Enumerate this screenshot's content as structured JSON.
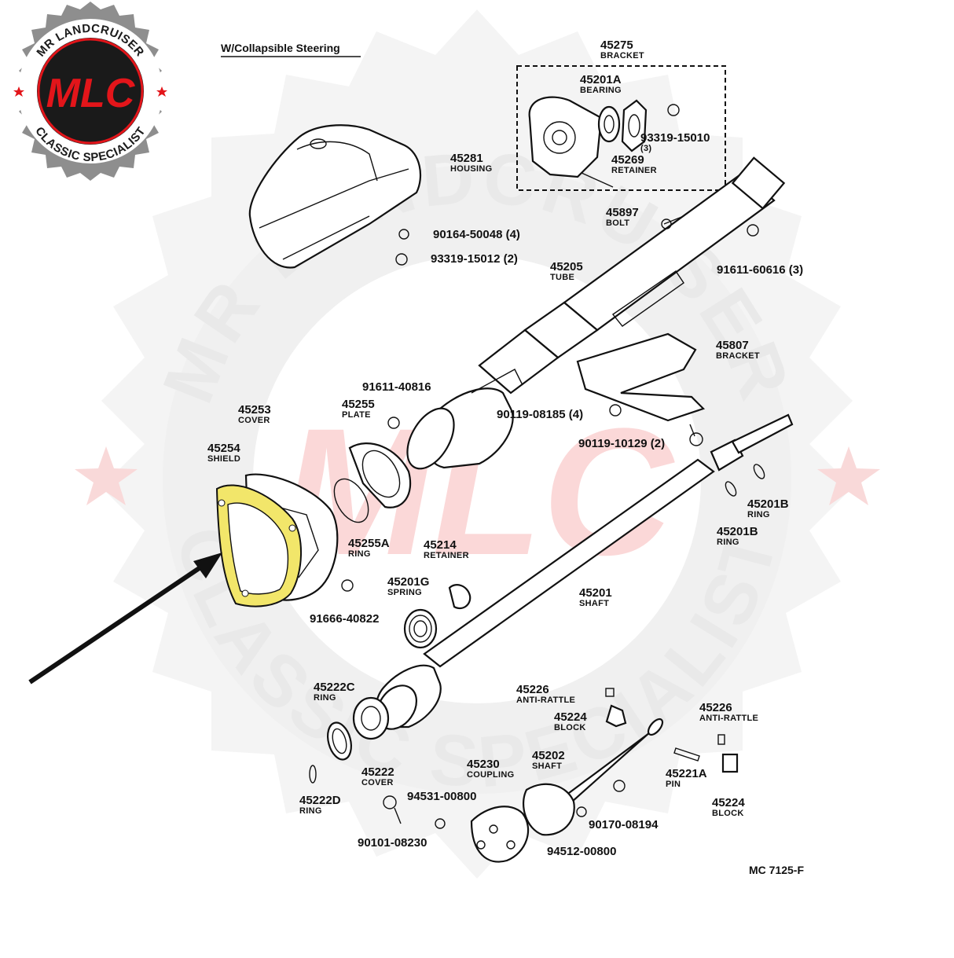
{
  "badge": {
    "top_text": "MR LANDCRUISER",
    "logo_text": "MLC",
    "bottom_text": "CLASSIC SPECIALIST"
  },
  "watermark": {
    "top_text": "MR LANDCRUISER",
    "logo_text": "MLC",
    "bottom_text": "CLASSIC SPECIALIST"
  },
  "diagram": {
    "title": "W/Collapsible Steering",
    "code": "MC  7125-F",
    "parts": [
      {
        "pn": "45275",
        "name": "BRACKET"
      },
      {
        "pn": "45201A",
        "name": "BEARING"
      },
      {
        "pn": "45269",
        "name": "RETAINER"
      },
      {
        "pn": "93319-15010",
        "name": "(3)"
      },
      {
        "pn": "45281",
        "name": "HOUSING"
      },
      {
        "pn": "45897",
        "name": "BOLT"
      },
      {
        "pn": "91611-60616 (3)",
        "name": ""
      },
      {
        "pn": "90164-50048 (4)",
        "name": ""
      },
      {
        "pn": "93319-15012 (2)",
        "name": ""
      },
      {
        "pn": "45205",
        "name": "TUBE"
      },
      {
        "pn": "45807",
        "name": "BRACKET"
      },
      {
        "pn": "91611-40816",
        "name": ""
      },
      {
        "pn": "45253",
        "name": "COVER"
      },
      {
        "pn": "45255",
        "name": "PLATE"
      },
      {
        "pn": "45254",
        "name": "SHIELD"
      },
      {
        "pn": "90119-08185 (4)",
        "name": ""
      },
      {
        "pn": "90119-10129 (2)",
        "name": ""
      },
      {
        "pn": "45201B",
        "name": "RING"
      },
      {
        "pn": "45201B",
        "name": "RING"
      },
      {
        "pn": "45255A",
        "name": "RING"
      },
      {
        "pn": "45214",
        "name": "RETAINER"
      },
      {
        "pn": "45201G",
        "name": "SPRING"
      },
      {
        "pn": "45201",
        "name": "SHAFT"
      },
      {
        "pn": "91666-40822",
        "name": ""
      },
      {
        "pn": "45222C",
        "name": "RING"
      },
      {
        "pn": "45226",
        "name": "ANTI-RATTLE"
      },
      {
        "pn": "45224",
        "name": "BLOCK"
      },
      {
        "pn": "45226",
        "name": "ANTI-RATTLE"
      },
      {
        "pn": "45222",
        "name": "COVER"
      },
      {
        "pn": "45230",
        "name": "COUPLING"
      },
      {
        "pn": "45202",
        "name": "SHAFT"
      },
      {
        "pn": "45221A",
        "name": "PIN"
      },
      {
        "pn": "45222D",
        "name": "RING"
      },
      {
        "pn": "94531-00800",
        "name": ""
      },
      {
        "pn": "45224",
        "name": "BLOCK"
      },
      {
        "pn": "90170-08194",
        "name": ""
      },
      {
        "pn": "90101-08230",
        "name": ""
      },
      {
        "pn": "94512-00800",
        "name": ""
      }
    ]
  },
  "highlight_color": "#f2e66a",
  "arrow_color": "#111111",
  "brand_red": "#e3151a",
  "badge_gray": "#8e8e8e"
}
